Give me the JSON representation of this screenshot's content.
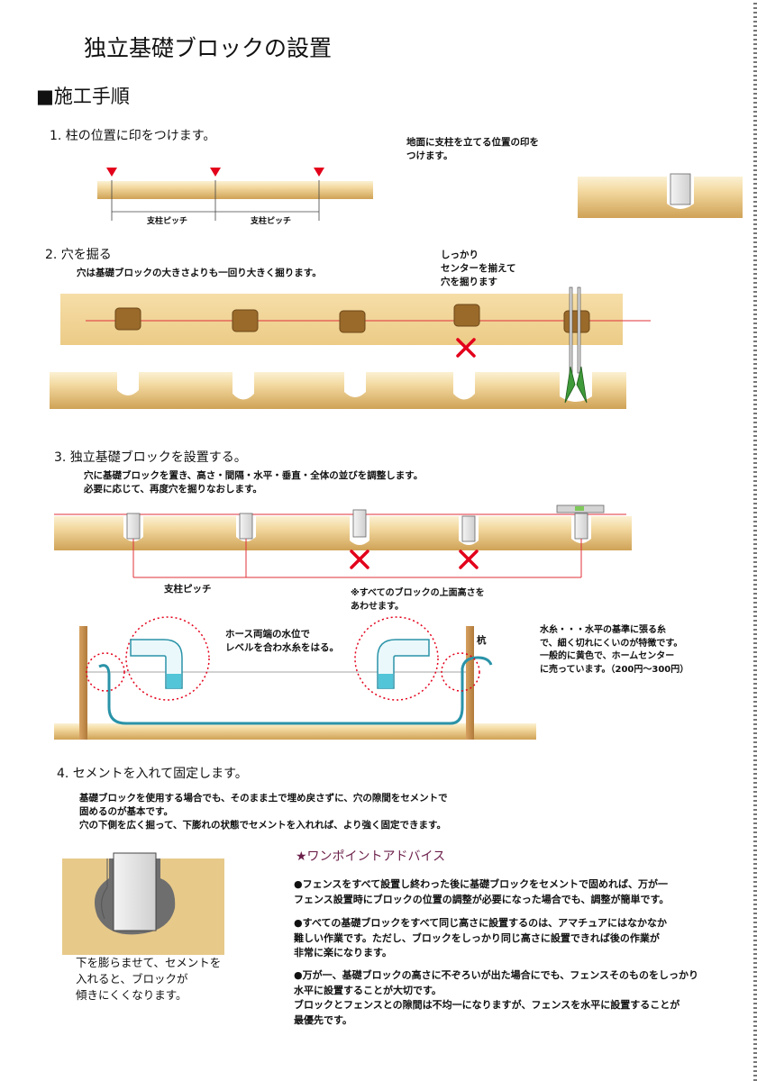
{
  "page_title": "独立基礎ブロックの設置",
  "section_heading": "■施工手順",
  "step1": {
    "heading": "1. 柱の位置に印をつけます。",
    "note": "地面に支柱を立てる位置の印を\nつけます。",
    "pitch_label_1": "支柱ピッチ",
    "pitch_label_2": "支柱ピッチ"
  },
  "step2": {
    "heading": "2. 穴を掘る",
    "desc": "穴は基礎ブロックの大きさよりも一回り大きく掘ります。",
    "note": "しっかり\nセンターを揃えて\n穴を掘ります"
  },
  "step3": {
    "heading": "3. 独立基礎ブロックを設置する。",
    "desc": "穴に基礎ブロックを置き、高さ・間隔・水平・垂直・全体の並びを調整します。\n必要に応じて、再度穴を掘りなおします。",
    "pitch_label": "支柱ピッチ",
    "note": "※すべてのブロックの上面高さを\nあわせます。",
    "hose_note": "ホース両端の水位で\nレベルを合わ水糸をはる。",
    "stake_label": "杭",
    "string_note": "水糸・・・水平の基準に張る糸\nで、細く切れにくいのが特徴です。\n一般的に黄色で、ホームセンター\nに売っています。（200円～300円）"
  },
  "step4": {
    "heading": "4. セメントを入れて固定します。",
    "desc": "基礎ブロックを使用する場合でも、そのまま土で埋め戻さずに、穴の隙間をセメントで\n固めるのが基本です。\n穴の下側を広く掘って、下膨れの状態でセメントを入れれば、より強く固定できます。",
    "caption": "下を膨らませて、セメントを\n入れると、ブロックが\n傾きにくくなります。"
  },
  "advice": {
    "heading": "★ワンポイントアドバイス",
    "p1": "●フェンスをすべて設置し終わった後に基礎ブロックをセメントで固めれば、万が一\nフェンス設置時にブロックの位置の調整が必要になった場合でも、調整が簡単です。",
    "p2": "●すべての基礎ブロックをすべて同じ高さに設置するのは、アマチュアにはなかなか\n難しい作業です。ただし、ブロックをしっかり同じ高さに設置できれば後の作業が\n非常に楽になります。",
    "p3": "●万が一、基礎ブロックの高さに不ぞろいが出た場合にでも、フェンスそのものをしっかり\n水平に設置することが大切です。\nブロックとフェンスとの隙間は不均一になりますが、フェンスを水平に設置することが\n最優先です。"
  },
  "colors": {
    "soil_light": "#f6dfa6",
    "soil_dark": "#cfa256",
    "mark_red": "#e3001b",
    "line_red": "#e0303a",
    "hole_brown": "#9a6a2a",
    "hose_teal": "#2a93a8",
    "water_cyan": "#52c5d8",
    "advice_heading": "#6b1f4a"
  },
  "icons": [
    "position-mark-icon",
    "wrong-cross-icon",
    "level-tool-icon",
    "post-hole-digger-icon"
  ]
}
